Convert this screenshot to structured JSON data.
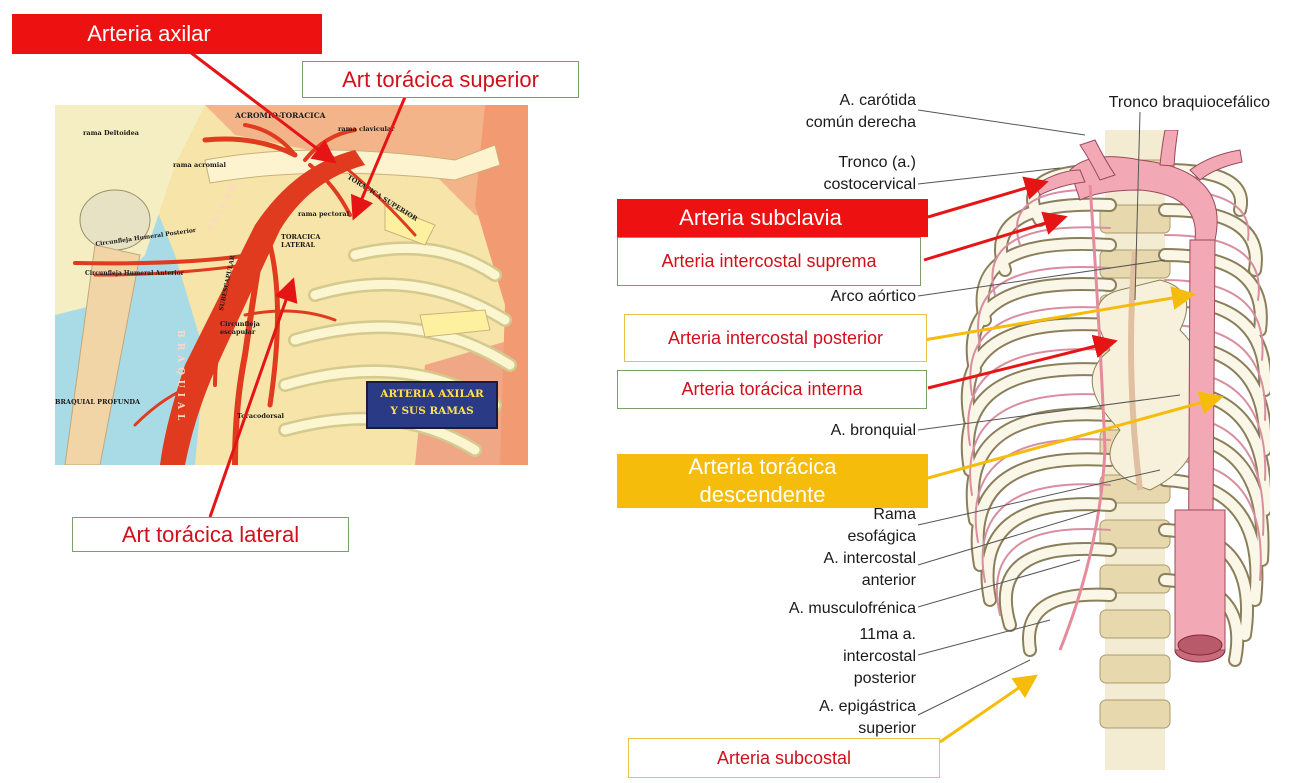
{
  "left_plate": {
    "title_line1": "ARTERIA AXILAR",
    "title_line2": "Y SUS RAMAS",
    "labels": {
      "acromio": "ACROMIO-TORACICA",
      "clavicular": "rama clavicular",
      "deltoidea": "rama Deltoidea",
      "acromial": "rama acromial",
      "pectoral": "rama pectoral",
      "toracica_superior": "TORACICA SUPERIOR",
      "toracica_lateral_1": "TORACICA",
      "toracica_lateral_2": "LATERAL",
      "axilar": "AXILAR",
      "braquial": "BRAQUIAL",
      "subescapular": "SUBESCAPULAR",
      "circ_post": "Circunfleja Humeral Posterior",
      "circ_ant": "Circunfleja Humeral Anterior",
      "circ_esc_1": "Circunfleja",
      "circ_esc_2": "escapular",
      "toracodorsal": "Toracodorsal",
      "braquial_profunda": "BRAQUIAL PROFUNDA"
    }
  },
  "callouts": {
    "axilar": "Arteria  axilar",
    "toracica_superior": "Art torácica superior",
    "toracica_lateral": "Art torácica lateral",
    "subclavia": "Arteria  subclavia",
    "intercostal_suprema": "Arteria  intercostal suprema",
    "intercostal_posterior": "Arteria  intercostal posterior",
    "toracica_interna": "Arteria  torácica interna",
    "toracica_descendente_1": "Arteria  torácica",
    "toracica_descendente_2": "descendente",
    "subcostal": "Arteria  subcostal"
  },
  "right_labels": {
    "carotida_1": "A. carótida",
    "carotida_2": "común derecha",
    "tronco_1": "Tronco (a.)",
    "tronco_2": "costocervical",
    "braquiocefalico": "Tronco braquiocefálico",
    "arco": "Arco aórtico",
    "bronquial": "A. bronquial",
    "rama_1": "Rama",
    "rama_2": "esofágica",
    "int_ant_1": "A. intercostal",
    "int_ant_2": "anterior",
    "musculo": "A. musculofrénica",
    "once_1": "11ma a.",
    "once_2": "intercostal",
    "once_3": "posterior",
    "epig_1": "A. epigástrica",
    "epig_2": "superior"
  },
  "colors": {
    "red": "#ee1111",
    "yellow": "#f5bc0c",
    "outline_green": "#7aa06a",
    "artery": "#e03a1f",
    "aorta": "#f2a9b5"
  }
}
